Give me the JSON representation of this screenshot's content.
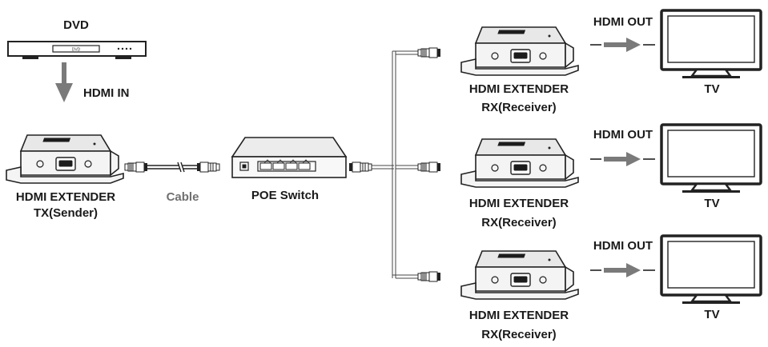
{
  "labels": {
    "dvd": "DVD",
    "dvd_screen": "DVD",
    "hdmi_in": "HDMI IN",
    "tx_line1": "HDMI EXTENDER",
    "tx_line2": "TX(Sender)",
    "cable": "Cable",
    "switch": "POE Switch",
    "rx_line1": "HDMI EXTENDER",
    "rx_line2": "RX(Receiver)",
    "hdmi_out": "HDMI OUT",
    "tv": "TV"
  },
  "colors": {
    "arrow": "#7a7a7a",
    "outline": "#222222",
    "cable_label": "#707070"
  }
}
